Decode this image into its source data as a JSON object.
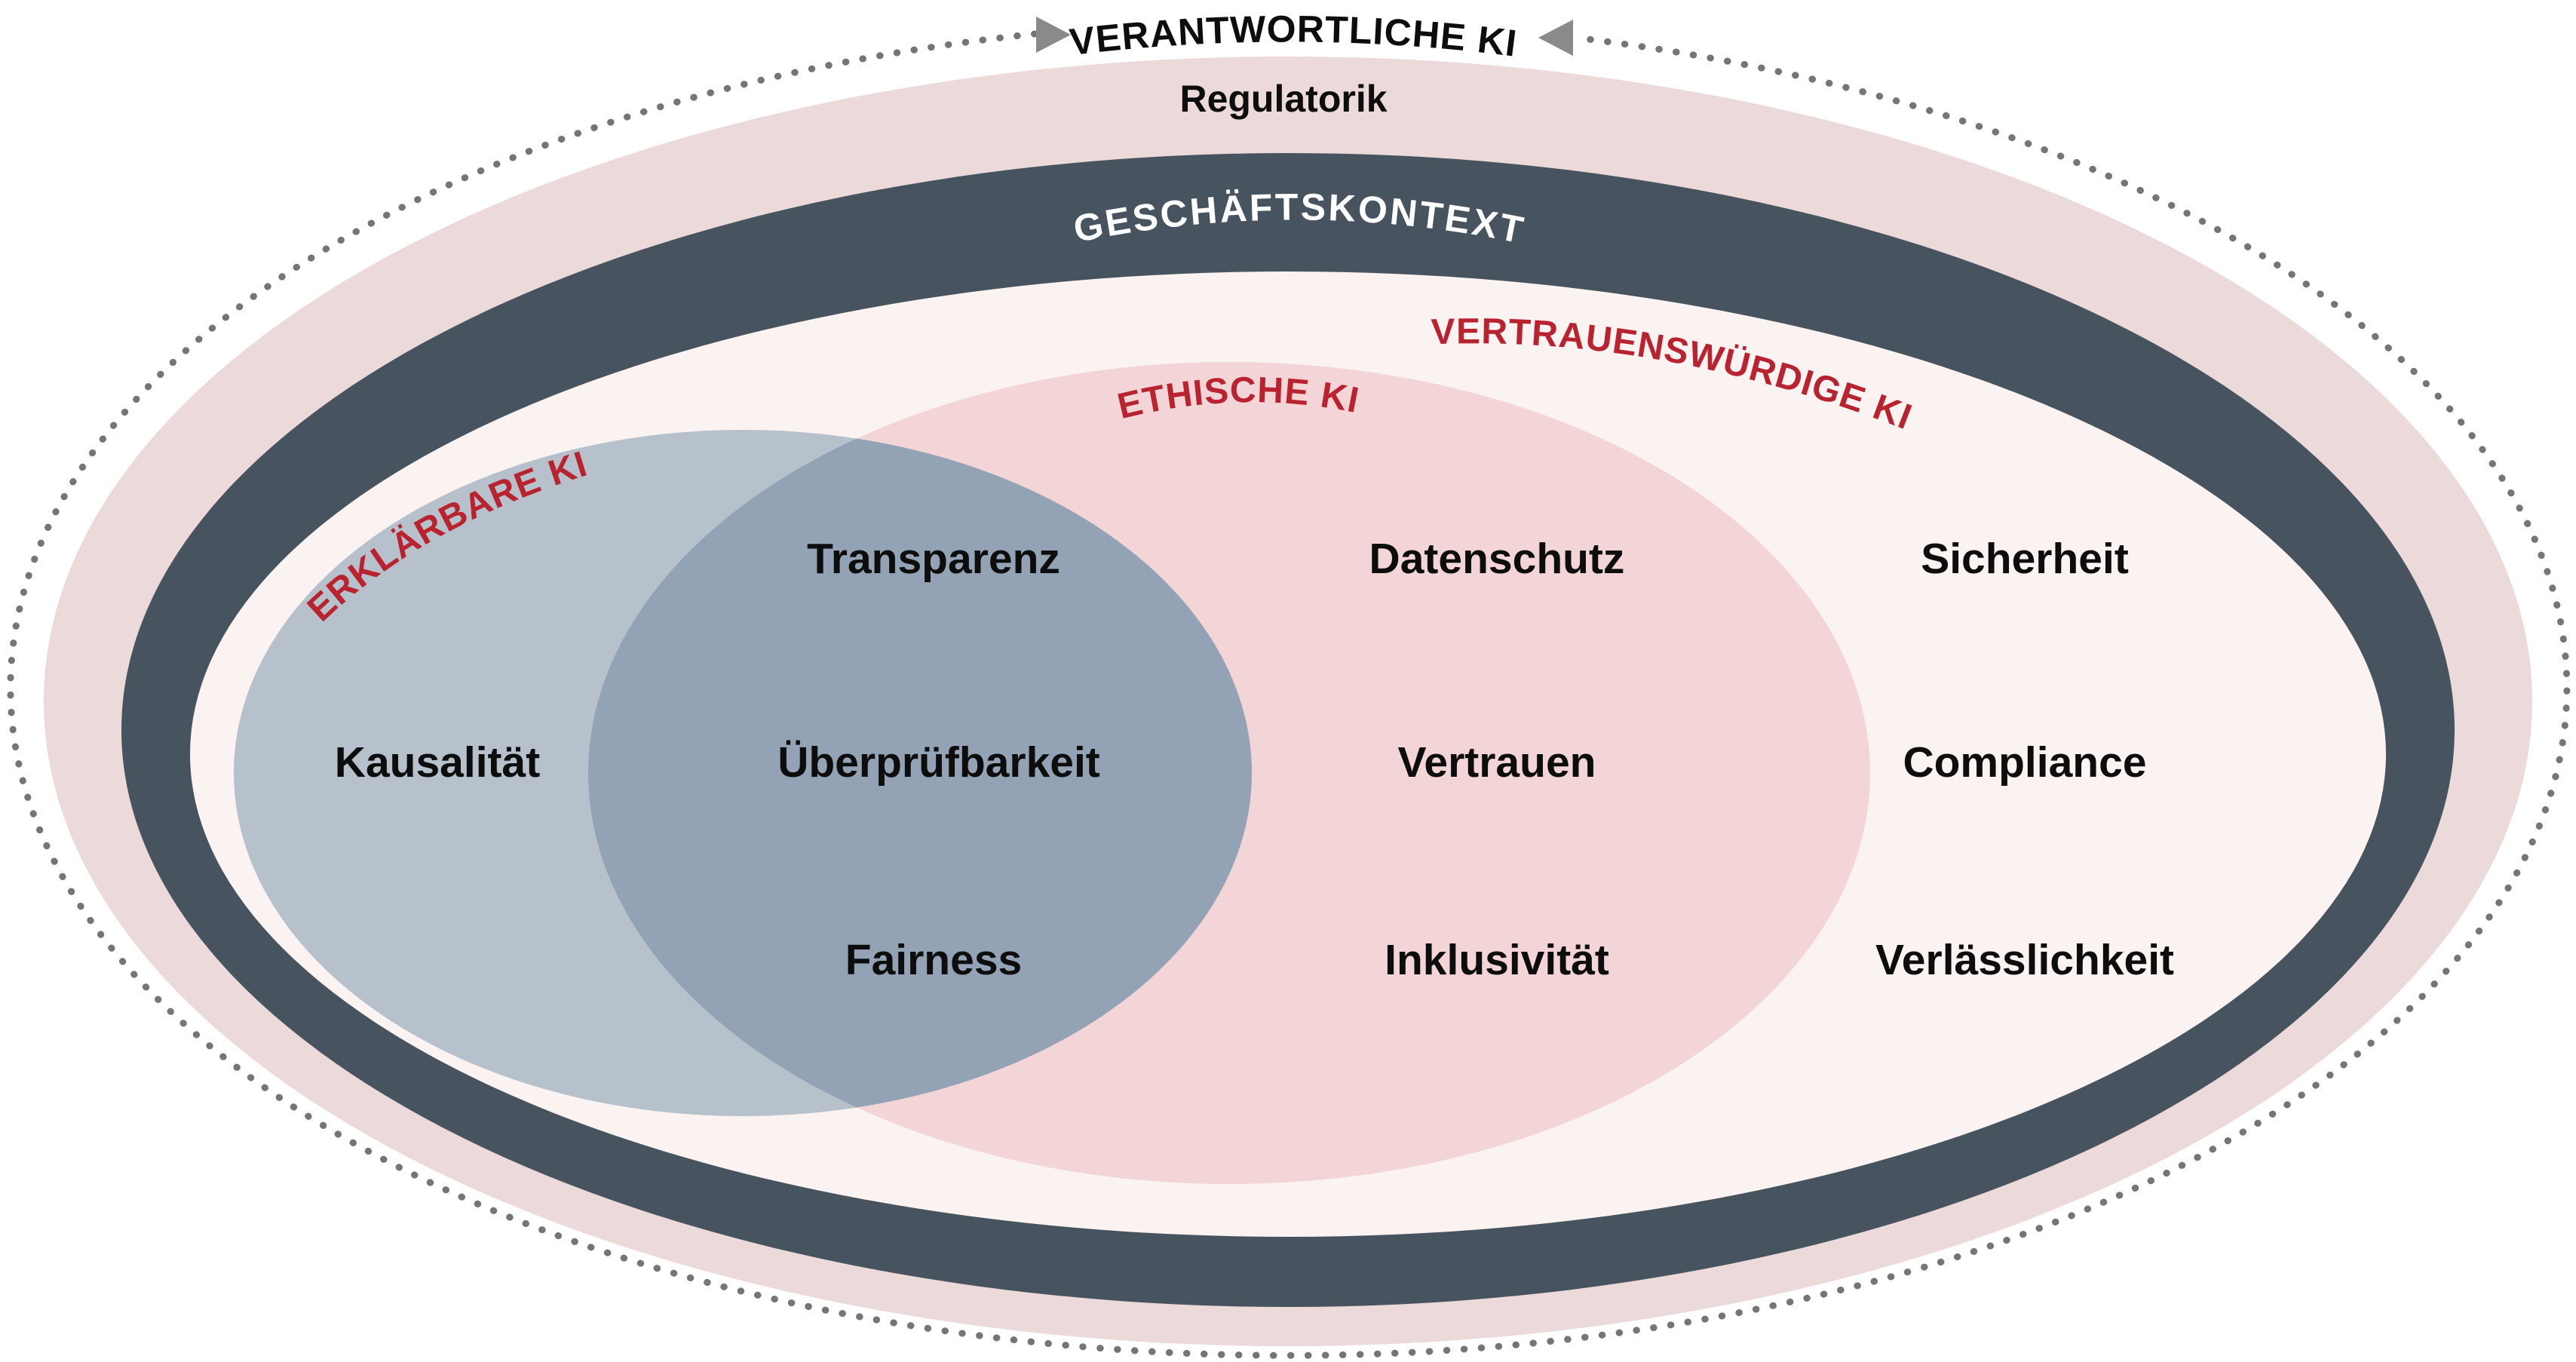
{
  "palette": {
    "background": "#ffffff",
    "dotted_line": "#757575",
    "arrow": "#8a8a8a",
    "regulatorik_fill": "#ecd9da",
    "ring_fill": "#47535f",
    "inner_fill": "#fbf2f2",
    "ethische_fill": "#f3d5d7",
    "erklaerbare_fill": "#b6c1cb",
    "overlap_fill": "#93a3b5",
    "red_label": "#b92330",
    "dark_text": "#0d0d0d",
    "light_text": "#ffffff"
  },
  "rings": {
    "responsible": "VERANTWORTLICHE KI",
    "regulatorik": "Regulatorik",
    "business_context": "GESCHÄFTSKONTEXT",
    "trustworthy": "VERTRAUENSWÜRDIGE KI",
    "ethical": "ETHISCHE KI",
    "explainable": "ERKLÄRBARE KI"
  },
  "items": {
    "explainable_only": [
      "Kausalität"
    ],
    "overlap": [
      "Transparenz",
      "Überprüfbarkeit",
      "Fairness"
    ],
    "ethical_only": [
      "Datenschutz",
      "Vertrauen",
      "Inklusivität"
    ],
    "trustworthy_only": [
      "Sicherheit",
      "Compliance",
      "Verlässlichkeit"
    ]
  }
}
